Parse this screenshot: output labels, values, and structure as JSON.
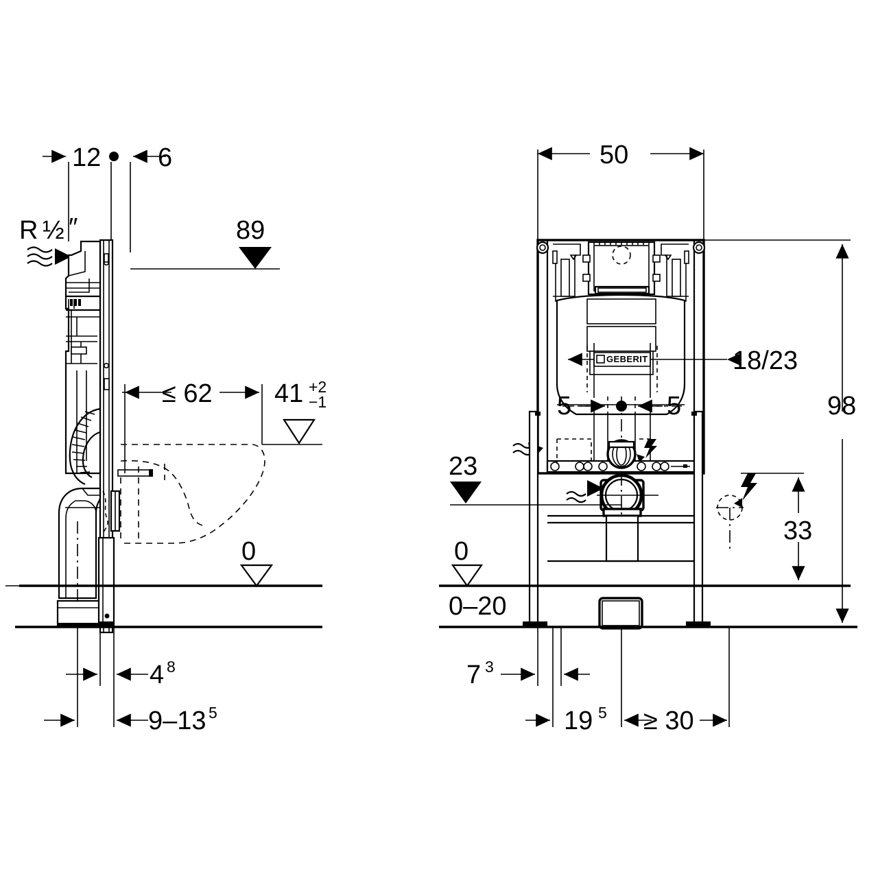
{
  "drawing": {
    "title": "Geberit Duofix installation element - technical dimension drawing",
    "units": "cm",
    "line_color": "#000000",
    "background": "#ffffff"
  },
  "side_view": {
    "name": "side-elevation-view",
    "dimensions": {
      "depth_front": "12",
      "depth_rear": "6",
      "water_connection": "R",
      "water_connection_size": "½",
      "water_connection_unit": "″",
      "height_top_marker": "89",
      "bowl_projection": "≤ 62",
      "seat_height_value": "41",
      "seat_height_tol_plus": "+2",
      "seat_height_tol_minus": "−1",
      "floor_level_marker": "0",
      "bottom_offset": "4",
      "bottom_offset_sup": "8",
      "outlet_range": "9–13",
      "outlet_range_sup": "5"
    }
  },
  "front_view": {
    "name": "front-elevation-view",
    "brand_label": "GEBERIT",
    "dimensions": {
      "overall_width": "50",
      "flush_plate_opening": "18/23",
      "overall_height": "98",
      "bolt_offset_left": "5",
      "bolt_offset_right": "5",
      "drain_center_height": "23",
      "floor_level_marker": "0",
      "floor_adjust_range": "0–20",
      "outlet_height": "33",
      "leg_offset": "7",
      "leg_offset_sup": "3",
      "drain_offset": "19",
      "drain_offset_sup": "5",
      "clearance_min": "≥ 30"
    }
  },
  "symbols": {
    "water_inlet": "wavy-arrow-water-supply-icon",
    "electrical": "lightning-bolt-electrical-icon",
    "level_marker_filled": "filled-triangle-level-marker",
    "level_marker_hollow": "hollow-triangle-level-marker",
    "dimension_arrow": "dimension-arrow-icon",
    "bolt_dot": "center-bolt-dot-icon"
  }
}
